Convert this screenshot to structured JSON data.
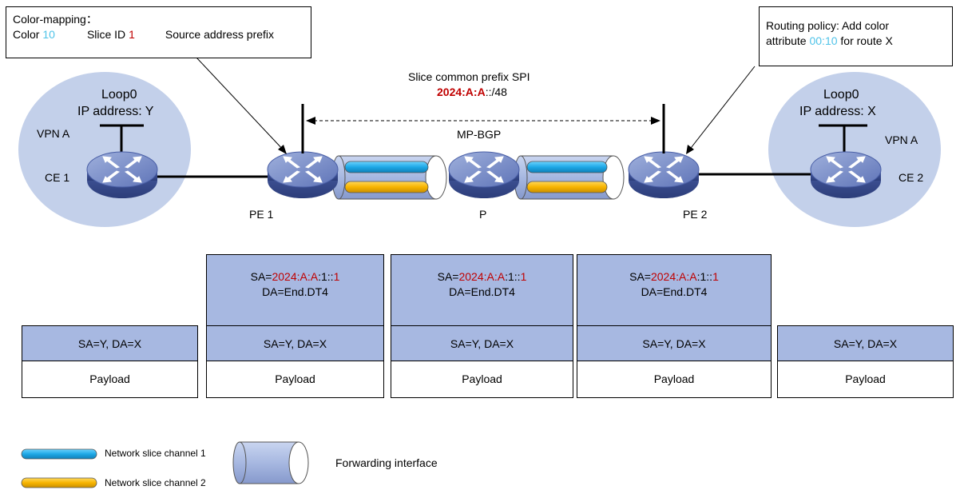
{
  "callout_left": {
    "line1": "Color-mapping：",
    "color_label": "Color ",
    "color_value": "10",
    "slice_label": "Slice ID ",
    "slice_value": "1",
    "source_label": "Source address prefix"
  },
  "callout_right": {
    "line1": "Routing policy: Add color",
    "attr_label": "attribute ",
    "attr_value": "00:10",
    "attr_suffix": " for route X"
  },
  "spi": {
    "title": "Slice common prefix SPI",
    "prefix_red": "2024:A:A",
    "prefix_suffix": "::/48",
    "mpbgp": "MP-BGP"
  },
  "site_left": {
    "loop": "Loop0",
    "ip": "IP address: Y",
    "vpn": "VPN A",
    "ce": "CE 1"
  },
  "site_right": {
    "loop": "Loop0",
    "ip": "IP address: X",
    "vpn": "VPN A",
    "ce": "CE 2"
  },
  "nodes": {
    "pe1": "PE 1",
    "p": "P",
    "pe2": "PE 2"
  },
  "packets": {
    "outer": {
      "sa_label": "SA=",
      "sa_red": "2024:A:A",
      "sa_mid": ":1::",
      "sa_end": "1",
      "da": "DA=End.DT4"
    },
    "inner": "SA=Y, DA=X",
    "payload": "Payload"
  },
  "legend": {
    "channel1": "Network slice channel 1",
    "channel2": "Network slice channel 2",
    "interface": "Forwarding interface"
  },
  "colors": {
    "channel1": "#1ea8e6",
    "channel2": "#f7b400",
    "cloud": "#c3d0ea",
    "interface": "#a7b8e1",
    "accent_red": "#c00000",
    "accent_cyan": "#4fc3e8"
  }
}
